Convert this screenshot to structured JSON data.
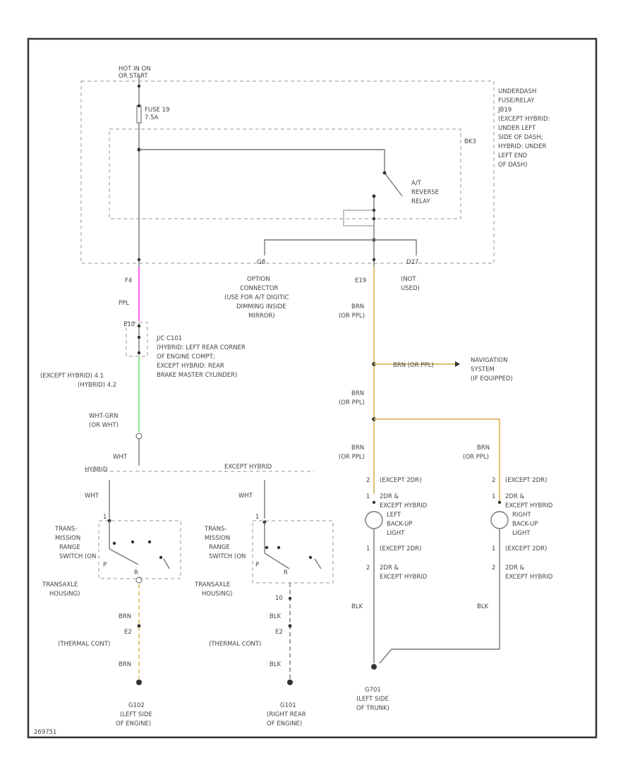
{
  "colors": {
    "wire_ppl": "#ff66ff",
    "wire_brn": "#e0c070",
    "wire_wht_grn": "#66dd66",
    "wire_default": "#777777"
  },
  "labels": {
    "hot_in_on": "HOT IN ON",
    "hot_in_on_2": "OR START",
    "fuse_num": "FUSE 19",
    "fuse_amp": "7.5A",
    "ujb_loc": [
      "UNDERDASH",
      "FUSE/RELAY",
      "JB19",
      "(EXCEPT HYBRID:",
      "UNDER LEFT",
      "SIDE OF DASH;",
      "HYBRID: UNDER",
      "LEFT END",
      "OF DASH)"
    ],
    "bk3": "BK3",
    "relay_name": [
      "A/T",
      "REVERSE",
      "RELAY"
    ],
    "pin_f4": "F4",
    "pin_g8": "G8",
    "pin_e19": "E19",
    "pin_d27": "D27",
    "option_connector": [
      "OPTION",
      "CONNECTOR",
      "(USE FOR A/T DIGITIC",
      "DIMMING INSIDE",
      "MIRROR)"
    ],
    "not_used": [
      "(NOT",
      "USED)"
    ],
    "wire_ppl": "PPL",
    "pin_ec": "E10",
    "splice_connector": [
      "J/C C101",
      "(HYBRID: LEFT REAR CORNER",
      "OF ENGINE COMPT;",
      "EXCEPT HYBRID: REAR",
      "BRAKE MASTER CYLINDER)"
    ],
    "except_hybrid_pins": [
      "(EXCEPT HYBRID) 4.1",
      "(HYBRID) 4.2"
    ],
    "wire_wht_grn": "WHT-GRN",
    "wire_wht_grn_alt": "(OR WHT)",
    "wire_wht": "WHT",
    "hybrid": "HYBRID",
    "except_hybrid": "EXCEPT HYBRID",
    "wire_brn": "BRN",
    "wire_brn_alt": "(OR PPL)",
    "wire_brn_nav": "BRN (OR PPL)",
    "navigation": [
      "NAVIGATION",
      "SYSTEM",
      "(IF EQUIPPED)"
    ],
    "switch_label": [
      "TRANS-",
      "MISSION",
      "RANGE",
      "SWITCH (ON",
      "TRANSAXLE",
      "HOUSING)"
    ],
    "switch_pos_p": "P",
    "switch_pos_r": "R",
    "pin_2": "2",
    "pin_1": "1",
    "pin_10": "10",
    "wire_blk": "BLK",
    "conn_e2": "E2",
    "thermal_cont": "(THERMAL CONT)",
    "ground_left": [
      "G102",
      "(LEFT SIDE",
      "OF ENGINE)"
    ],
    "ground_right": [
      "G101",
      "(RIGHT REAR",
      "OF ENGINE)"
    ],
    "ground_trunk": [
      "G701",
      "(LEFT SIDE",
      "OF TRUNK)"
    ],
    "except_2dr": "(EXCEPT 2DR)",
    "hybrid_2dr": [
      "2DR &",
      "EXCEPT HYBRID"
    ],
    "left_light": [
      "LEFT",
      "BACK-UP",
      "LIGHT"
    ],
    "right_light": [
      "RIGHT",
      "BACK-UP",
      "LIGHT"
    ],
    "figure_id": "269751"
  }
}
